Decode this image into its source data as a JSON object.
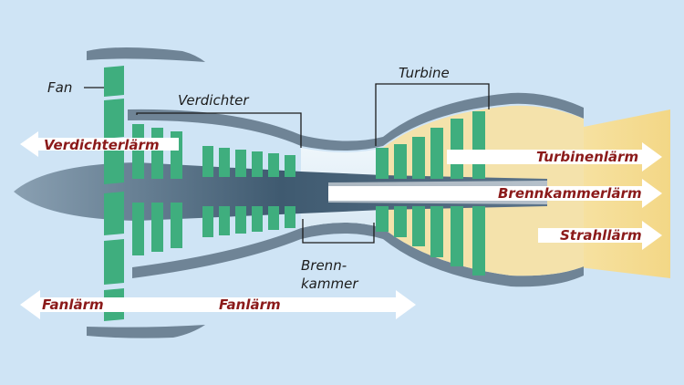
{
  "diagram": {
    "component_labels": {
      "fan": "Fan",
      "verdichter": "Verdichter",
      "turbine": "Turbine",
      "brennkammer_line1": "Brenn-",
      "brennkammer_line2": "kammer"
    },
    "noise_labels": {
      "verdichterlaerm": "Verdichterlärm",
      "turbinenlaerm": "Turbinenlärm",
      "brennkammerlaerm": "Brennkammerlärm",
      "strahllaerm": "Strahllärm",
      "fanlaerm_left": "Fanlärm",
      "fanlaerm_center": "Fanlärm"
    },
    "colors": {
      "background": "#cfe4f5",
      "blade": "#3fae7e",
      "nacelle": "#6f8496",
      "exhaust": "#f6dfa0",
      "noise_text": "#8b1a1a",
      "label_text": "#1c1c1c"
    }
  }
}
